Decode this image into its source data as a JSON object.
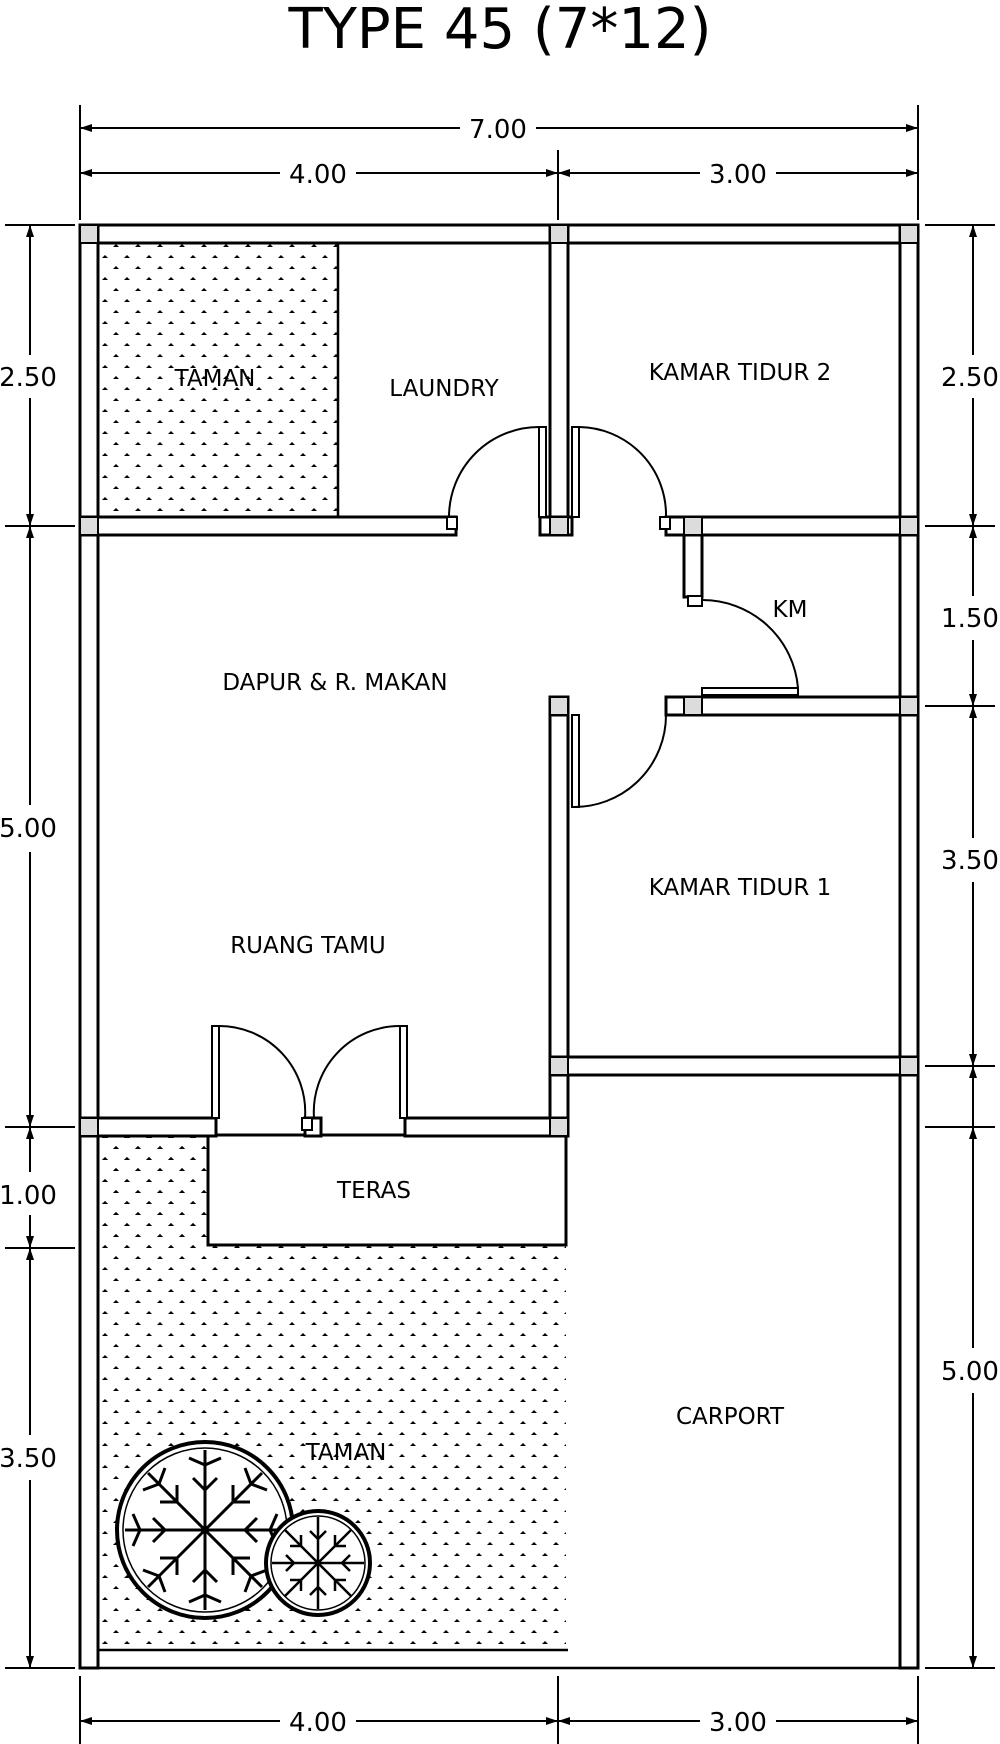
{
  "title": "TYPE 45 (7*12)",
  "rooms": {
    "taman_top": "TAMAN",
    "laundry": "LAUNDRY",
    "kamar_tidur_2": "KAMAR TIDUR 2",
    "km": "KM",
    "dapur": "DAPUR & R. MAKAN",
    "kamar_tidur_1": "KAMAR TIDUR 1",
    "ruang_tamu": "RUANG TAMU",
    "teras": "TERAS",
    "carport": "CARPORT",
    "taman_bottom": "TAMAN"
  },
  "dimensions": {
    "top_total": "7.00",
    "top_left": "4.00",
    "top_right": "3.00",
    "bottom_left": "4.00",
    "bottom_right": "3.00",
    "left": [
      "2.50",
      "5.00",
      "1.00",
      "3.50"
    ],
    "right": [
      "2.50",
      "1.50",
      "3.50",
      "5.00"
    ]
  }
}
